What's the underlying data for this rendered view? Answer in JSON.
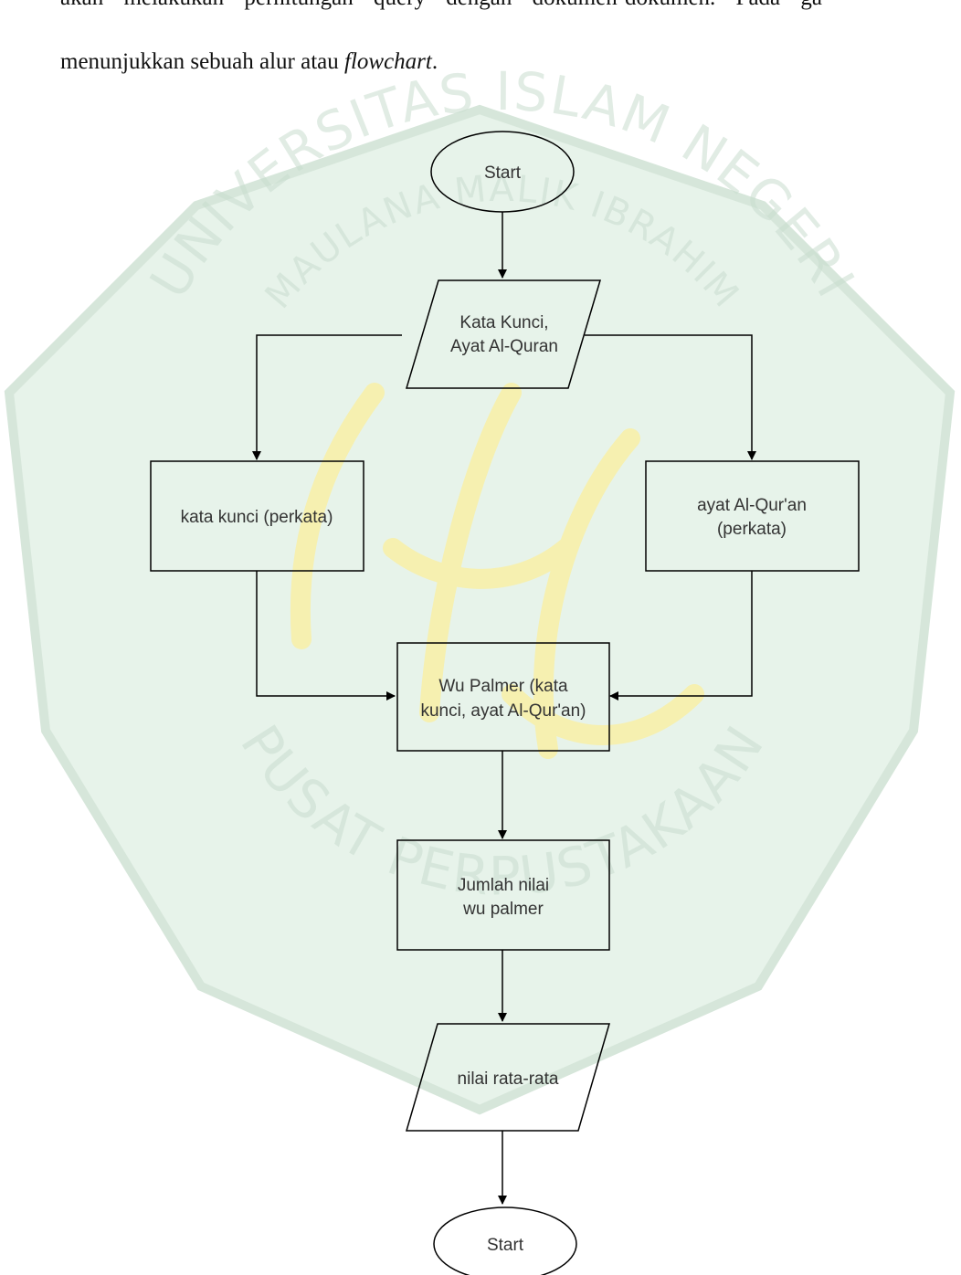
{
  "document": {
    "line1": "akan melakukan perhitungan query dengan dokumen-dokumen. Pada ga",
    "line2_plain": "menunjukkan sebuah alur atau ",
    "line2_italic": "flowchart",
    "line2_end": "."
  },
  "watermark": {
    "top_text": "UNIVERSITAS ISLAM NEGERI",
    "middle_text": "MAULANA MALIK IBRAHIM",
    "bottom_text": "PUSAT PERPUSTAKAAN"
  },
  "flowchart": {
    "start": "Start",
    "input": [
      "Kata Kunci,",
      "Ayat Al-Quran"
    ],
    "left_process": "kata kunci (perkata)",
    "right_process": [
      "ayat Al-Qur'an",
      "(perkata)"
    ],
    "wu_palmer": [
      "Wu Palmer (kata",
      "kunci, ayat Al-Qur'an)"
    ],
    "sum": [
      "Jumlah nilai",
      "wu palmer"
    ],
    "output": "nilai rata-rata",
    "end": "Start"
  },
  "colors": {
    "watermark_fill": "#e7f3ea",
    "watermark_line": "#d6e6da",
    "logo_gold": "#f6f0b0",
    "stroke": "#000000"
  }
}
